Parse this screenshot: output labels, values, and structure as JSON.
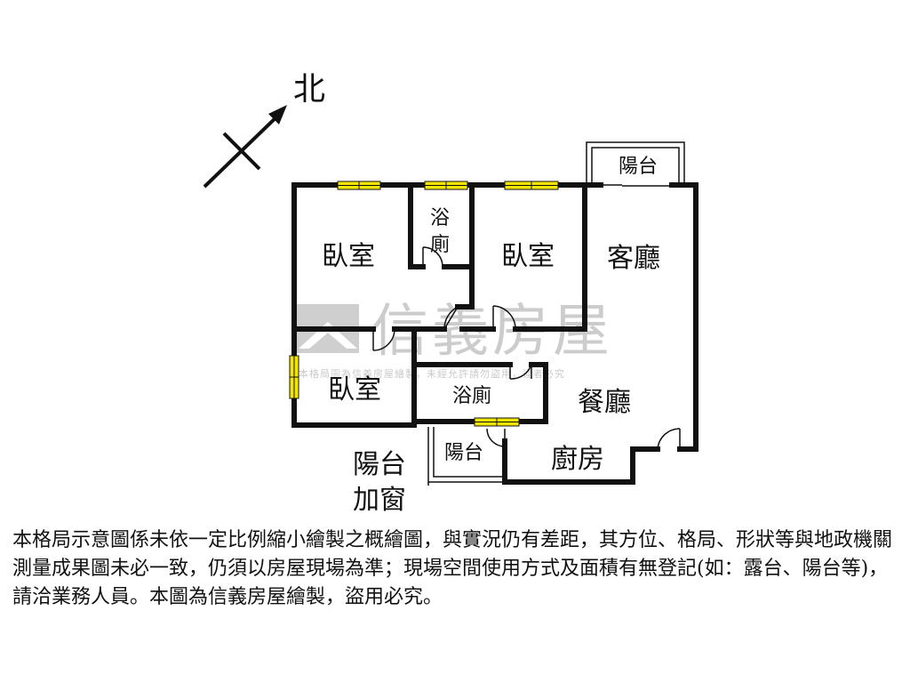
{
  "compass": {
    "north_label": "北"
  },
  "rooms": {
    "bedroom_1": "臥室",
    "bathroom_1_line1": "浴",
    "bathroom_1_line2": "廁",
    "bedroom_2": "臥室",
    "living_room": "客廳",
    "balcony_top": "陽台",
    "bedroom_3": "臥室",
    "bathroom_2": "浴廁",
    "dining_room": "餐廳",
    "kitchen": "廚房",
    "balcony_bottom": "陽台",
    "balcony_enclosed_line1": "陽台",
    "balcony_enclosed_line2": "加窗"
  },
  "watermark": {
    "brand": "信義房屋",
    "notice": "本格局圖為信義房屋繪製，未經允許請勿盜用，違者必究"
  },
  "colors": {
    "wall": "#111111",
    "window": "#f2e600",
    "watermark": "#b4b4b4"
  },
  "disclaimer": "本格局示意圖係未依一定比例縮小繪製之概繪圖，與實況仍有差距，其方位、格局、形狀等與地政機關測量成果圖未必一致，仍須以房屋現場為準；現場空間使用方式及面積有無登記(如：露台、陽台等)，請洽業務人員。本圖為信義房屋繪製，盜用必究。"
}
